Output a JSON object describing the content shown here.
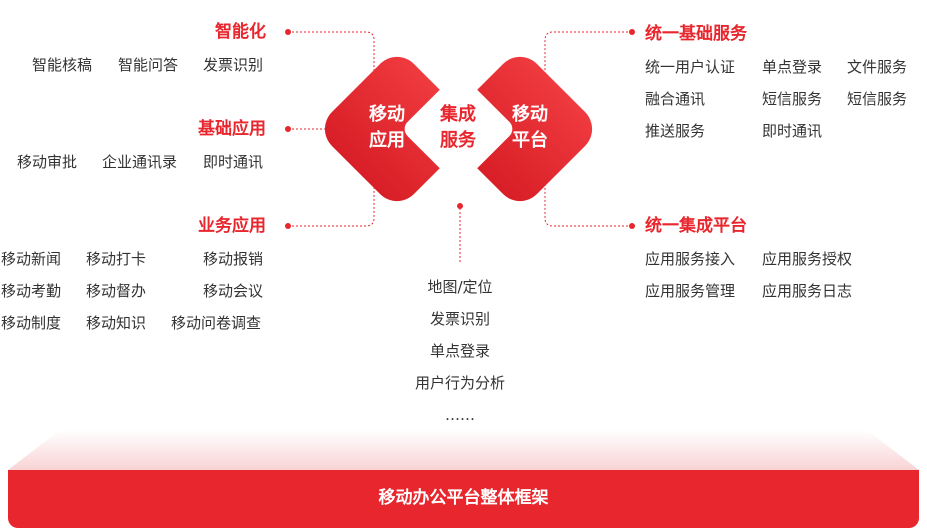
{
  "left": {
    "intelligent": {
      "title": "智能化",
      "items": [
        "智能核稿",
        "智能问答",
        "发票识别"
      ]
    },
    "basic": {
      "title": "基础应用",
      "items": [
        "移动审批",
        "企业通讯录",
        "即时通讯"
      ]
    },
    "business": {
      "title": "业务应用",
      "items": [
        "移动新闻",
        "移动打卡",
        "移动报销",
        "移动考勤",
        "移动督办",
        "移动会议",
        "移动制度",
        "移动知识",
        "移动问卷调查"
      ]
    }
  },
  "center": {
    "left_diamond": [
      "移动",
      "应用"
    ],
    "middle": [
      "集成",
      "服务"
    ],
    "right_diamond": [
      "移动",
      "平台"
    ],
    "list": [
      "地图/定位",
      "发票识别",
      "单点登录",
      "用户行为分析",
      "……"
    ]
  },
  "right": {
    "foundation": {
      "title": "统一基础服务",
      "items": [
        "统一用户认证",
        "单点登录",
        "文件服务",
        "融合通讯",
        "短信服务",
        "短信服务",
        "推送服务",
        "即时通讯"
      ]
    },
    "integration": {
      "title": "统一集成平台",
      "items": [
        "应用服务接入",
        "应用服务授权",
        "应用服务管理",
        "应用服务日志"
      ]
    }
  },
  "footer": {
    "label": "移动办公平台整体框架"
  },
  "colors": {
    "accent": "#e8262d",
    "text": "#333333"
  }
}
